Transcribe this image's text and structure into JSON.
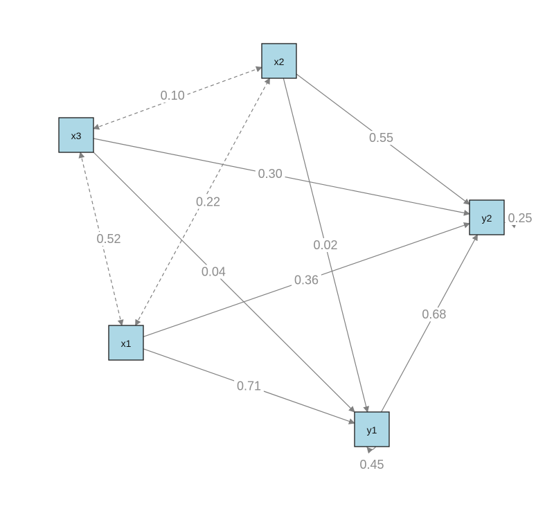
{
  "diagram": {
    "nodes": [
      {
        "id": "x2",
        "label": "x2"
      },
      {
        "id": "x3",
        "label": "x3"
      },
      {
        "id": "y2",
        "label": "y2"
      },
      {
        "id": "x1",
        "label": "x1"
      },
      {
        "id": "y1",
        "label": "y1"
      }
    ],
    "edges": [
      {
        "id": "x3-x2",
        "from": "x3",
        "to": "x2",
        "style": "dashed",
        "bidirectional": true,
        "label": "0.10"
      },
      {
        "id": "x1-x2",
        "from": "x1",
        "to": "x2",
        "style": "dashed",
        "bidirectional": true,
        "label": "0.22"
      },
      {
        "id": "x3-x1",
        "from": "x3",
        "to": "x1",
        "style": "dashed",
        "bidirectional": true,
        "label": "0.52"
      },
      {
        "id": "x2-y2",
        "from": "x2",
        "to": "y2",
        "style": "solid",
        "bidirectional": false,
        "label": "0.55"
      },
      {
        "id": "x3-y2",
        "from": "x3",
        "to": "y2",
        "style": "solid",
        "bidirectional": false,
        "label": "0.30"
      },
      {
        "id": "x2-y1",
        "from": "x2",
        "to": "y1",
        "style": "solid",
        "bidirectional": false,
        "label": "0.02"
      },
      {
        "id": "x3-y1",
        "from": "x3",
        "to": "y1",
        "style": "solid",
        "bidirectional": false,
        "label": "0.04"
      },
      {
        "id": "x1-y2",
        "from": "x1",
        "to": "y2",
        "style": "solid",
        "bidirectional": false,
        "label": "0.36"
      },
      {
        "id": "x1-y1",
        "from": "x1",
        "to": "y1",
        "style": "solid",
        "bidirectional": false,
        "label": "0.71"
      },
      {
        "id": "y1-y2",
        "from": "y1",
        "to": "y2",
        "style": "solid",
        "bidirectional": false,
        "label": "0.68"
      }
    ],
    "residuals": [
      {
        "node": "y2",
        "label": "0.25"
      },
      {
        "node": "y1",
        "label": "0.45"
      }
    ],
    "colors": {
      "node_fill": "#add8e6",
      "edge": "#808080",
      "edge_label": "#8c8c8c"
    }
  }
}
